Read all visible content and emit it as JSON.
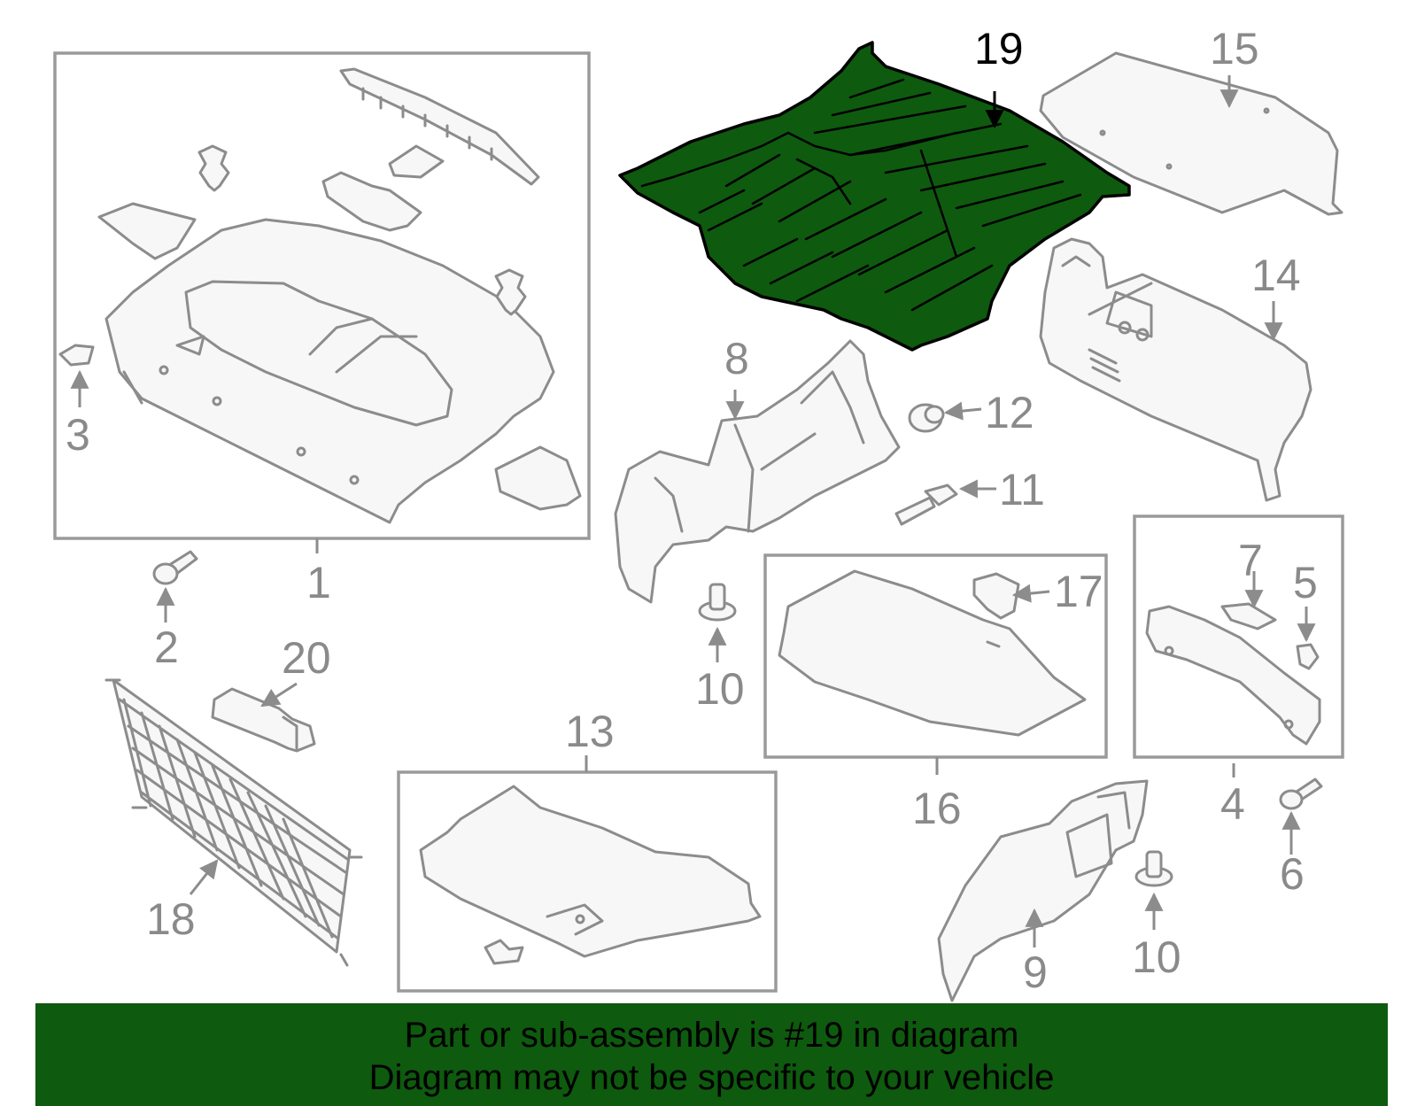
{
  "parts": [
    {
      "num": "1"
    },
    {
      "num": "2"
    },
    {
      "num": "3"
    },
    {
      "num": "4"
    },
    {
      "num": "5"
    },
    {
      "num": "6"
    },
    {
      "num": "7"
    },
    {
      "num": "8"
    },
    {
      "num": "9"
    },
    {
      "num": "10"
    },
    {
      "num": "10"
    },
    {
      "num": "11"
    },
    {
      "num": "12"
    },
    {
      "num": "13"
    },
    {
      "num": "14"
    },
    {
      "num": "15"
    },
    {
      "num": "16"
    },
    {
      "num": "17"
    },
    {
      "num": "18"
    },
    {
      "num": "19"
    },
    {
      "num": "20"
    }
  ],
  "highlight_part": "19",
  "colors": {
    "highlight": "#0e5a0e",
    "outline": "#8c8c8c",
    "banner": "#0e5a0e"
  },
  "banner": {
    "line1": "Part or sub-assembly is #19 in diagram",
    "line2": "Diagram may not be specific to your vehicle"
  }
}
